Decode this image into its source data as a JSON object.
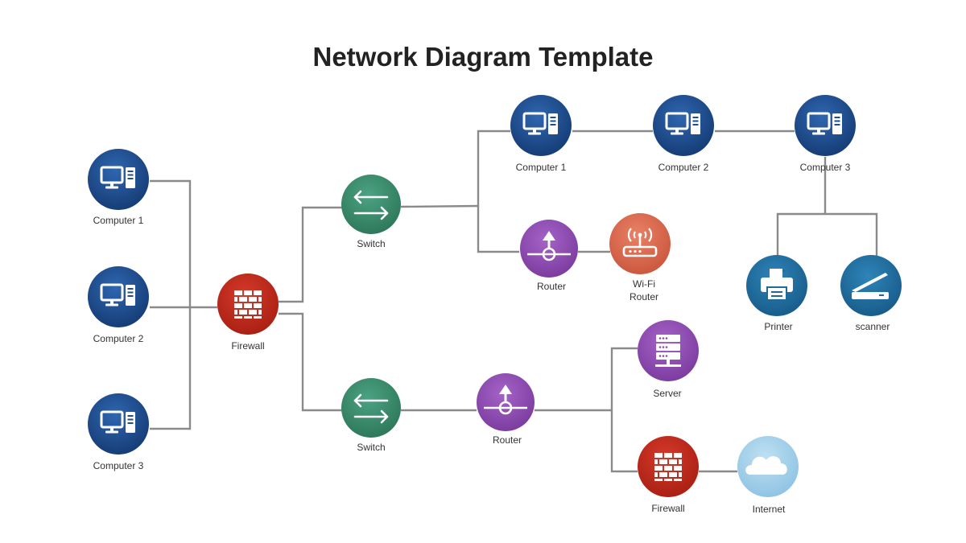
{
  "title": "Network Diagram Template",
  "colors": {
    "computer": "#1e4d8f",
    "firewall": "#bf2a1b",
    "switch": "#3a8a6c",
    "router": "#8e4bb0",
    "wifi_router": "#d9694f",
    "server": "#8e4bb0",
    "peripheral": "#1e6a9a",
    "internet": "#9ccbe6",
    "line": "#8a8a8a"
  },
  "nodes": {
    "left_computer_1": {
      "label": "Computer 1",
      "icon": "computer-icon"
    },
    "left_computer_2": {
      "label": "Computer 2",
      "icon": "computer-icon"
    },
    "left_computer_3": {
      "label": "Computer 3",
      "icon": "computer-icon"
    },
    "firewall_main": {
      "label": "Firewall",
      "icon": "firewall-icon"
    },
    "switch_top": {
      "label": "Switch",
      "icon": "switch-icon"
    },
    "switch_bottom": {
      "label": "Switch",
      "icon": "switch-icon"
    },
    "top_computer_1": {
      "label": "Computer 1",
      "icon": "computer-icon"
    },
    "top_computer_2": {
      "label": "Computer 2",
      "icon": "computer-icon"
    },
    "top_computer_3": {
      "label": "Computer 3",
      "icon": "computer-icon"
    },
    "router_top": {
      "label": "Router",
      "icon": "router-icon"
    },
    "wifi_router": {
      "label_line1": "Wi-Fi",
      "label_line2": "Router",
      "icon": "wifi-router-icon"
    },
    "printer": {
      "label": "Printer",
      "icon": "printer-icon"
    },
    "scanner": {
      "label": "scanner",
      "icon": "scanner-icon"
    },
    "router_bottom": {
      "label": "Router",
      "icon": "router-icon"
    },
    "server": {
      "label": "Server",
      "icon": "server-icon"
    },
    "firewall_bottom": {
      "label": "Firewall",
      "icon": "firewall-icon"
    },
    "internet": {
      "label": "Internet",
      "icon": "cloud-icon"
    }
  }
}
